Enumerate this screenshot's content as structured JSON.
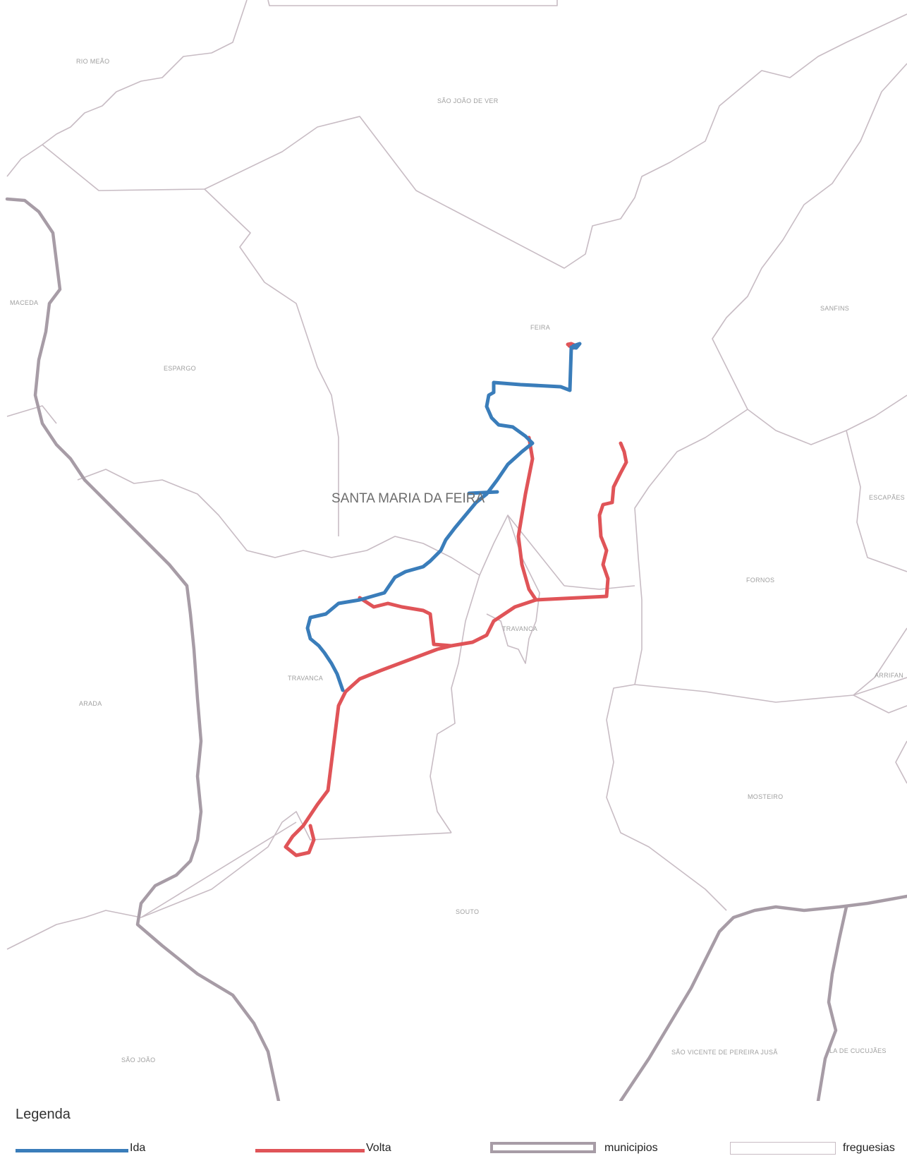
{
  "map": {
    "title": "SANTA MARIA DA FEIRA",
    "parishes": {
      "rio_meao": "RIO MEÃO",
      "sao_joao_de_ver": "SÃO JOÃO DE VER",
      "maceda": "MACEDA",
      "espargo": "ESPARGO",
      "feira": "FEIRA",
      "sanfins": "SANFINS",
      "escapaes": "ESCAPÃES",
      "fornos": "FORNOS",
      "travanca": "TRAVANCA",
      "travanca_small": "TRAVANCA",
      "arrifana": "ARRIFAN",
      "arada": "ARADA",
      "mosteiro": "MOSTEIRO",
      "souto": "SOUTO",
      "sao_joao": "SÃO JOÃO",
      "sao_vicente": "SÃO VICENTE DE PEREIRA JUSÃ",
      "cucujaes": "LA DE CUCUJÃES"
    },
    "colors": {
      "ida": "#3a7dba",
      "volta": "#e05458",
      "municipios": "#a79ca6",
      "freguesias": "#c8bcc4"
    }
  },
  "legend": {
    "title": "Legenda",
    "ida": "Ida",
    "volta": "Volta",
    "municipios": "municipios",
    "freguesias": "freguesias"
  }
}
